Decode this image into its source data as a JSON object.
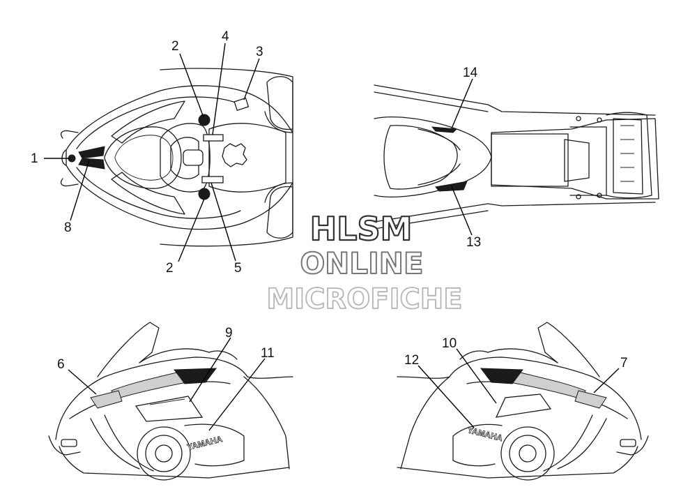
{
  "diagram": {
    "callouts": [
      "1",
      "2",
      "3",
      "4",
      "5",
      "6",
      "7",
      "8",
      "9",
      "10",
      "11",
      "12",
      "13",
      "14",
      "2"
    ],
    "decal_text_left": "YAMAHA",
    "decal_text_right": "YAMAHA"
  },
  "watermark": {
    "line1": "HLSM",
    "line2": "ONLINE",
    "line3": "MICROFICHE"
  }
}
